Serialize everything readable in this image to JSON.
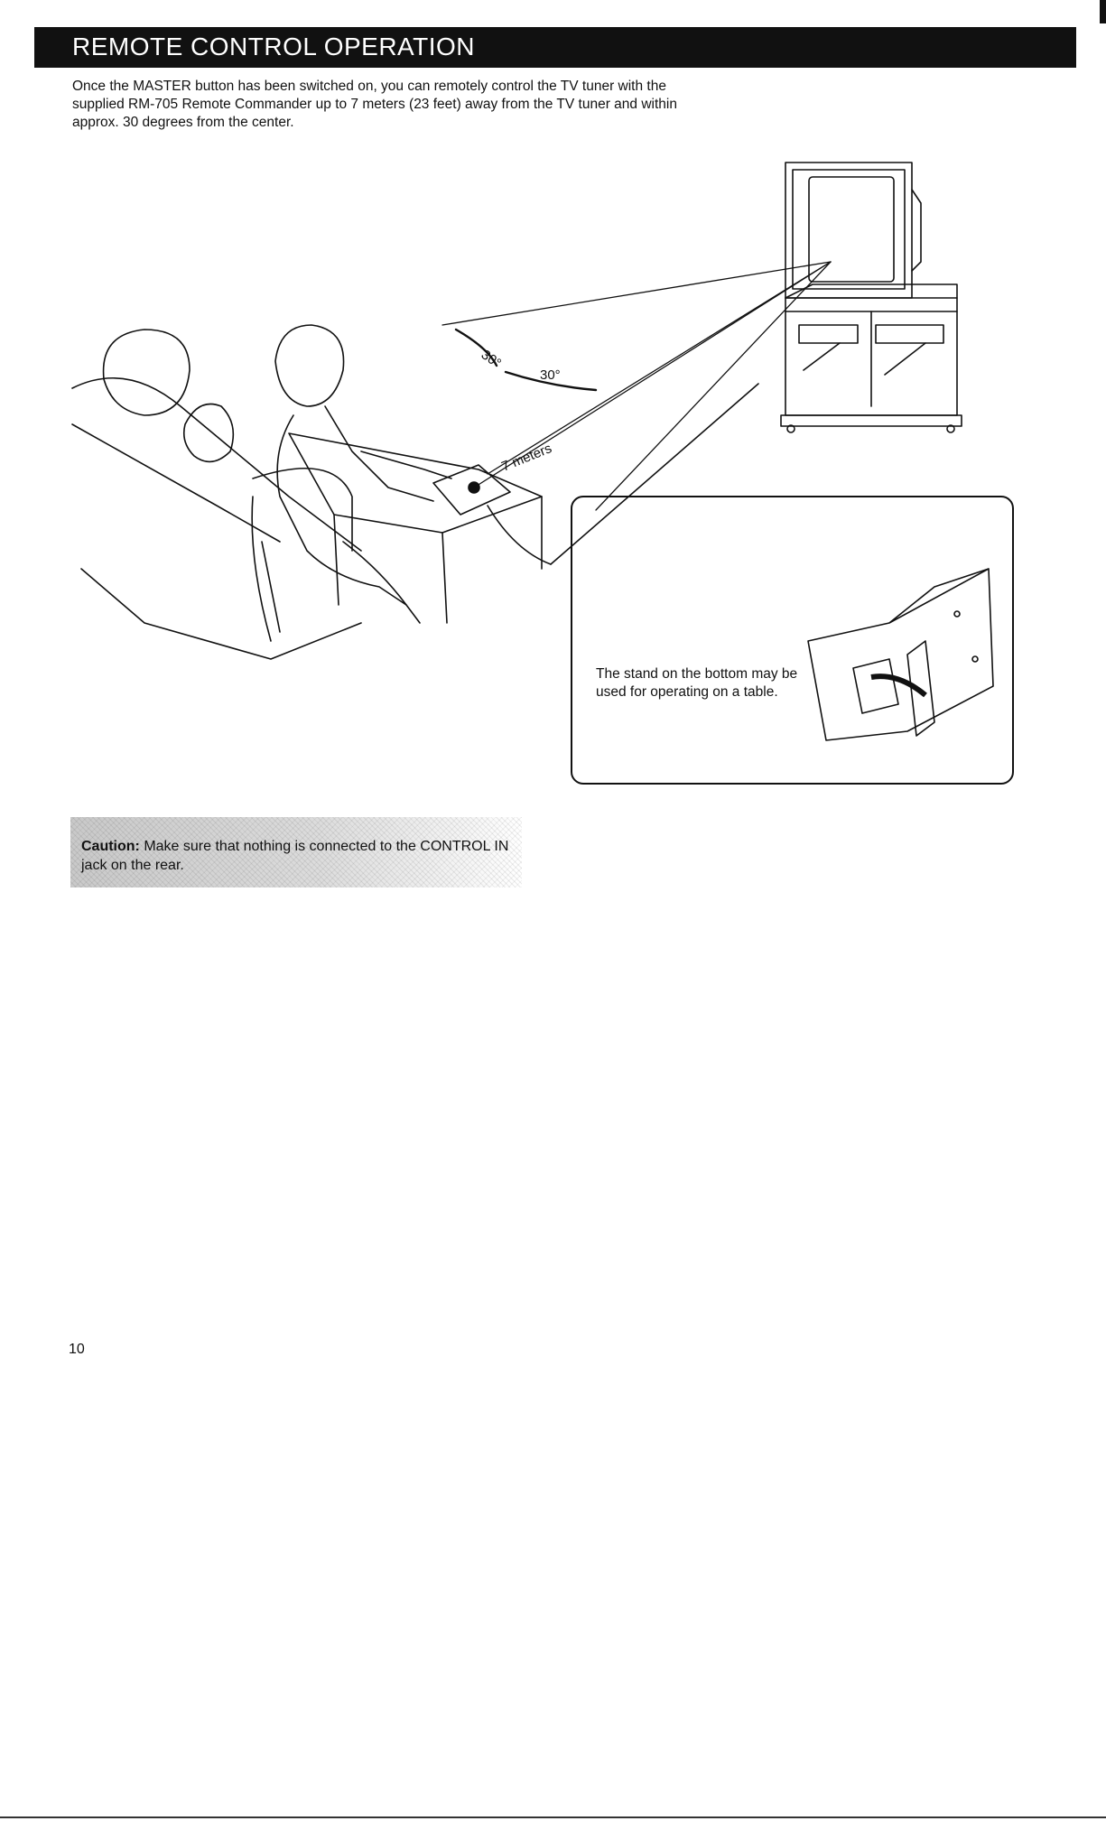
{
  "header": {
    "title": "REMOTE CONTROL OPERATION"
  },
  "intro": {
    "text": "Once the MASTER button has been switched on, you can remotely control the TV tuner with the supplied RM-705 Remote Commander up to 7 meters (23 feet) away from the TV tuner and within approx. 30 degrees from the center."
  },
  "illustration": {
    "angle_label_left": "30°",
    "angle_label_right": "30°",
    "distance_label": "7 meters"
  },
  "inset": {
    "text": "The stand on the bottom may be used for operating on a table."
  },
  "caution": {
    "label": "Caution:",
    "text": "Make sure that nothing is connected to the CONTROL IN jack on the rear."
  },
  "footer": {
    "page_number": "10"
  }
}
